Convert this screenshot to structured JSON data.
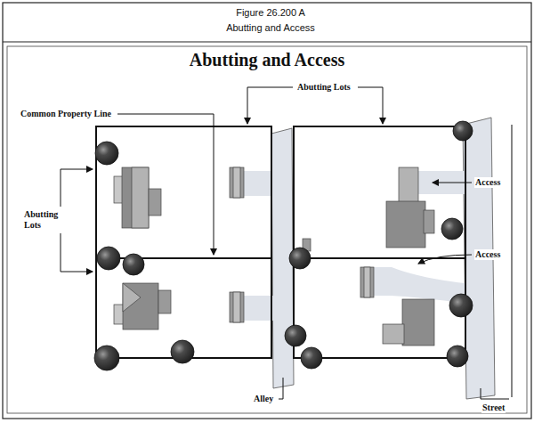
{
  "diagram": {
    "title": "Abutting and Access",
    "labels": [
      "Figure 26.200 A",
      "Abutting and Access",
      "Common Property Line",
      "Abutting Lots",
      "Abutting Lots",
      "Access",
      "Access",
      "Alley",
      "Street"
    ]
  }
}
